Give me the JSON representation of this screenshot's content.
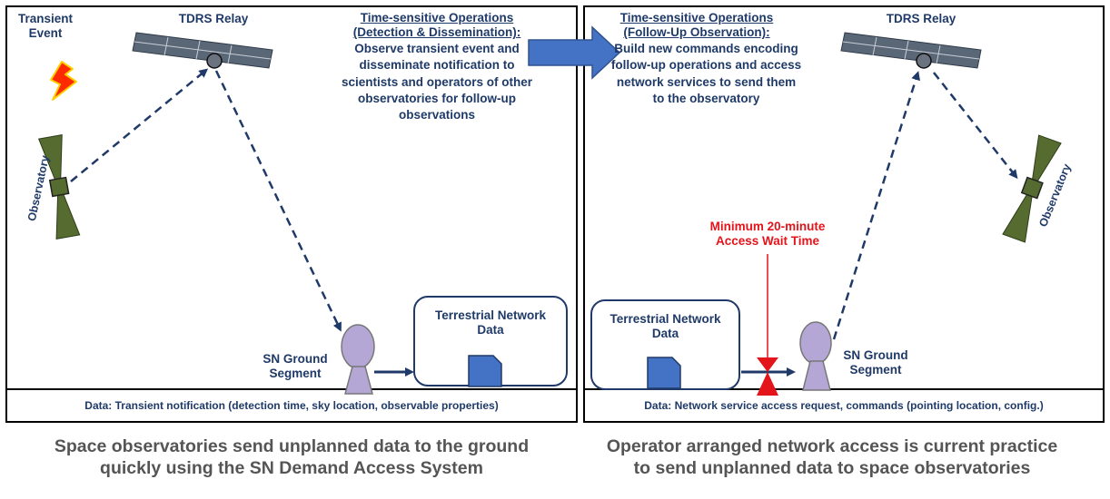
{
  "left_panel": {
    "transient_event": "Transient\nEvent",
    "tdrs_label": "TDRS Relay",
    "ops_heading": "Time-sensitive Operations\n(Detection & Dissemination):",
    "ops_body": "Observe transient event and\ndisseminate notification to\nscientists and operators of other\nobservatories for follow-up\nobservations",
    "observatory_label": "Observatory",
    "ground_label": "SN Ground\nSegment",
    "network_label": "Terrestrial Network\nData",
    "footer": "Data: Transient notification (detection time, sky location, observable properties)"
  },
  "right_panel": {
    "ops_heading": "Time-sensitive Operations\n(Follow-Up Observation):",
    "ops_body": "Build new commands encoding\nfollow-up operations and access\nnetwork services to send them\nto the observatory",
    "tdrs_label": "TDRS Relay",
    "observatory_label": "Observatory",
    "wait_label": "Minimum 20-minute\nAccess Wait Time",
    "network_label": "Terrestrial Network\nData",
    "ground_label": "SN Ground\nSegment",
    "footer": "Data: Network service access request, commands (pointing location, config.)"
  },
  "captions": {
    "left": "Space observatories send unplanned data to the ground\nquickly using the SN Demand Access System",
    "right": "Operator arranged network access is current practice\nto send unplanned data to space observatories"
  },
  "colors": {
    "arrow": "#1f3a68",
    "big_arrow": "#4472c4",
    "red": "#e4141b",
    "antenna": "#b4a7d6",
    "solar_panel": "#556b2f",
    "satellite": "#44546a"
  }
}
